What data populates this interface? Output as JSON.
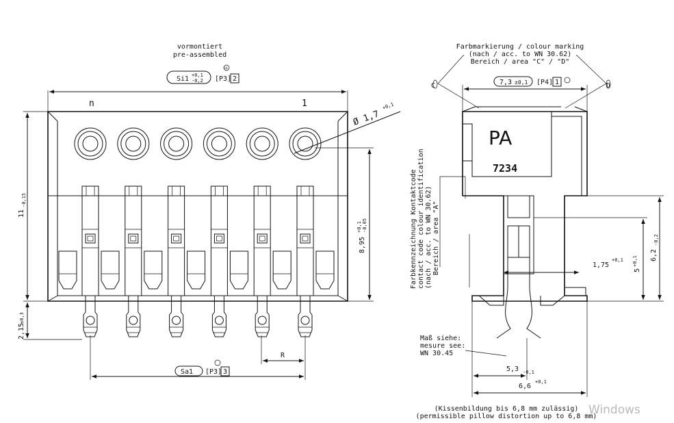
{
  "left_view": {
    "premounted_de": "vormontiert",
    "premounted_en": "pre-assembled",
    "si1_label": "Si1",
    "si1_tol_upper": "+0,1",
    "si1_tol_lower": "-0,2",
    "p3_ref": "[P3]",
    "note_ref_2": "2",
    "ul_mark": "UL",
    "end_label_n": "n",
    "end_label_1": "1",
    "diameter_value": "Ø 1,7",
    "diameter_tol": "+0,1",
    "height_value": "11",
    "height_tol": "-0,15",
    "inner_height_value": "8,95",
    "inner_height_tol_upper": "+0,1",
    "inner_height_tol_lower": "-0,05",
    "pin_offset_value": "2,15",
    "pin_offset_tol": "±0,3",
    "pitch_label": "R",
    "sa1_label": "Sa1",
    "p3_ref_bottom": "[P3]",
    "note_ref_3": "3",
    "contact_count": 6
  },
  "right_view": {
    "color_de": "Farbmarkierung / colour marking",
    "color_ref": "(nach / acc. to WN 30.62)",
    "color_area": "Bereich / area \"C\" / \"D\"",
    "point_c": "C",
    "point_d": "D",
    "width_value": "7,3",
    "width_tol": "±0,1",
    "p4_ref": "[P4]",
    "note_ref_1": "1",
    "material_label": "PA",
    "part_number": "7234",
    "side_de": "Farbkennzeichnung Kontaktcode",
    "side_en": "contact code colour identification",
    "side_ref": "(nach / acc. to WN 30.62)",
    "side_area": "Bereich / area \"A\"",
    "height_62": "6,2",
    "height_62_tol": "-0,2",
    "height_5": "5",
    "height_5_tol": "+0,1",
    "gap_175": "1,75",
    "gap_175_tol": "+0,1",
    "dim_53": "5,3",
    "dim_53_tol": "-0,1",
    "dim_66": "6,6",
    "dim_66_tol": "+0,1",
    "measure_de": "Maß siehe:",
    "measure_en": "mesure see:",
    "measure_ref": "WN 30.45",
    "pillow_de": "(Kissenbildung bis 6,8 mm zulässig)",
    "pillow_en": "(permissible pillow distortion up to 6,8 mm)"
  },
  "overlay": {
    "watermark": "Windows"
  },
  "colors": {
    "line": "#111111",
    "background": "#ffffff",
    "watermark": "#b9b9b9"
  }
}
